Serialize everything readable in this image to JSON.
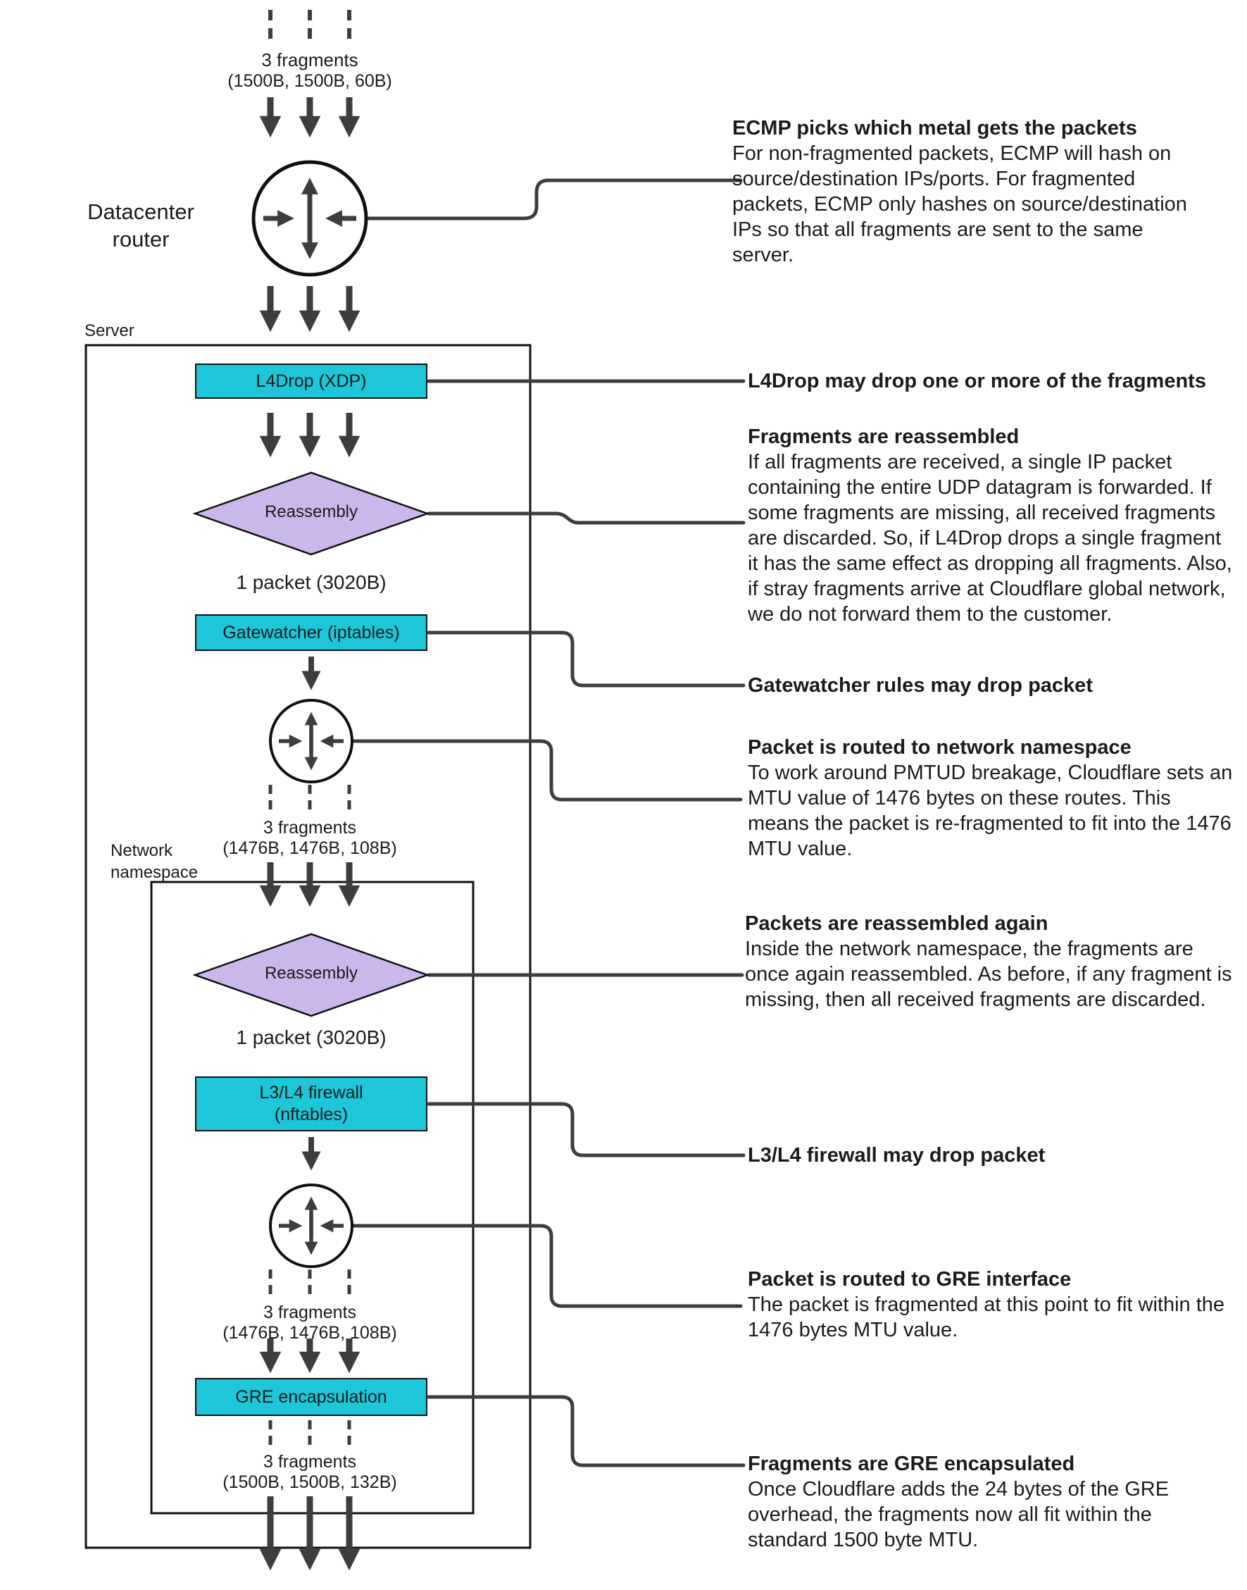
{
  "colors": {
    "process_box_fill": "#1ec6d9",
    "decision_fill": "#c9b8e9",
    "outline": "#101010",
    "arrow": "#3d3d3d",
    "text": "#1b1b1b",
    "background": "#ffffff"
  },
  "flow": {
    "top_fragments": {
      "label": "3 fragments",
      "sizes": "(1500B, 1500B, 60B)"
    },
    "datacenter_router_label": "Datacenter\nrouter",
    "server_label": "Server",
    "l4drop_label": "L4Drop (XDP)",
    "reassembly_label": "Reassembly",
    "packet_label": "1 packet (3020B)",
    "gatewatcher_label": "Gatewatcher (iptables)",
    "mid_fragments": {
      "label": "3 fragments",
      "sizes": "(1476B, 1476B, 108B)"
    },
    "network_namespace_label": "Network\nnamespace",
    "reassembly2_label": "Reassembly",
    "packet2_label": "1 packet (3020B)",
    "firewall_label": "L3/L4 firewall\n(nftables)",
    "gre_fragments": {
      "label": "3 fragments",
      "sizes": "(1476B, 1476B, 108B)"
    },
    "gre_label": "GRE encapsulation",
    "out_fragments": {
      "label": "3 fragments",
      "sizes": "(1500B, 1500B, 132B)"
    }
  },
  "annotations": [
    {
      "title": "ECMP picks which metal gets the packets",
      "body": "For non-fragmented packets, ECMP will hash on source/destination IPs/ports. For fragmented packets, ECMP only hashes on source/destination IPs so that all fragments are sent to the same server."
    },
    {
      "title": "L4Drop may drop one or more of the fragments"
    },
    {
      "title": "Fragments are reassembled",
      "body": "If all fragments are received, a single IP packet containing the entire UDP datagram is forwarded. If some fragments are missing, all received fragments are discarded. So, if L4Drop drops a single fragment it has the same effect as dropping all fragments. Also, if stray fragments arrive at Cloudflare global network, we do not forward them to the customer."
    },
    {
      "title": "Gatewatcher rules may drop packet"
    },
    {
      "title": "Packet is routed to network namespace",
      "body": "To work around PMTUD breakage, Cloudflare sets an MTU value of 1476 bytes on these routes. This means the packet is re-fragmented to fit into the 1476 MTU value."
    },
    {
      "title": "Packets are reassembled again",
      "body": "Inside the network namespace, the fragments are once again reassembled. As before, if any fragment is missing, then all received fragments are discarded."
    },
    {
      "title": "L3/L4 firewall may drop packet"
    },
    {
      "title": "Packet is routed to GRE interface",
      "body": "The packet is fragmented at this point to fit within the 1476 bytes MTU value."
    },
    {
      "title": "Fragments are GRE encapsulated",
      "body": "Once Cloudflare adds the 24 bytes of the GRE overhead, the fragments now all fit within the standard 1500 byte MTU."
    }
  ]
}
